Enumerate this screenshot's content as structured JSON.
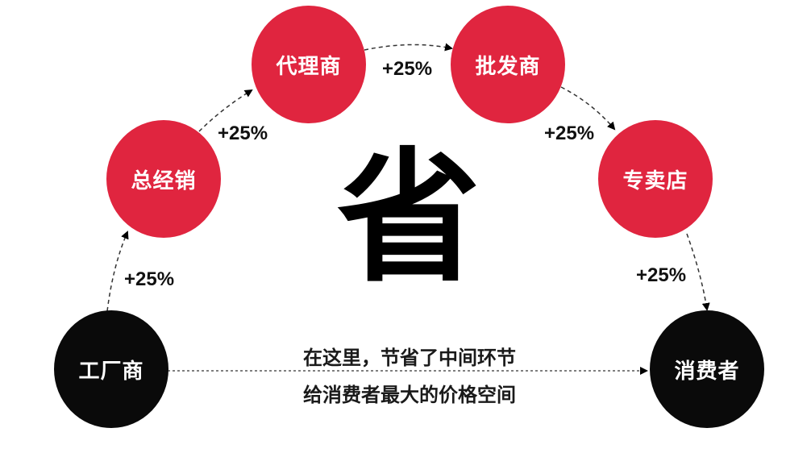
{
  "nodes": {
    "factory": {
      "label": "工厂商",
      "color": "#0a0a0a"
    },
    "general_distributor": {
      "label": "总经销",
      "color": "#e0253f"
    },
    "agent": {
      "label": "代理商",
      "color": "#e0253f"
    },
    "wholesaler": {
      "label": "批发商",
      "color": "#e0253f"
    },
    "retail_store": {
      "label": "专卖店",
      "color": "#e0253f"
    },
    "consumer": {
      "label": "消费者",
      "color": "#0a0a0a"
    }
  },
  "markups": [
    "+25%",
    "+25%",
    "+25%",
    "+25%",
    "+25%"
  ],
  "center_glyph": "省",
  "caption": {
    "line1": "在这里，节省了中间环节",
    "line2": "给消费者最大的价格空间"
  }
}
